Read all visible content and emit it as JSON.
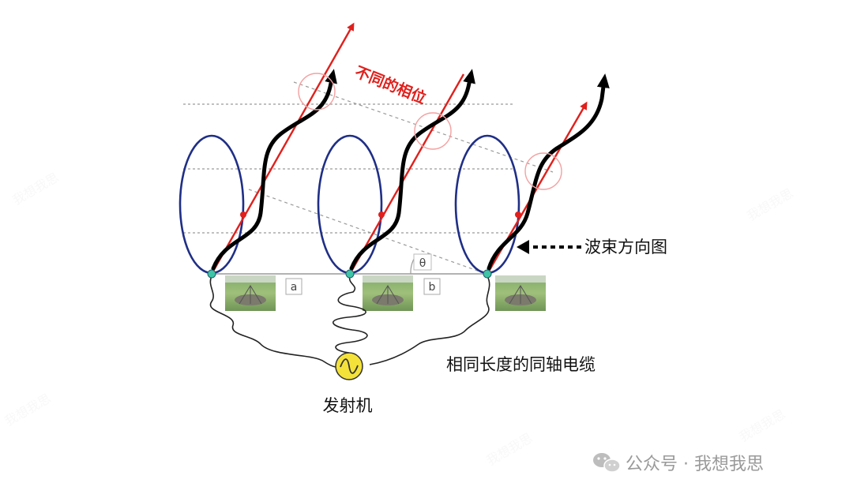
{
  "labels": {
    "phase": "不同的相位",
    "beam": "波束方向图",
    "cable": "相同长度的同轴电缆",
    "transmitter": "发射机",
    "theta": "θ",
    "box_a": "a",
    "box_b": "b"
  },
  "watermark": {
    "text": "公众号 · 我想我思",
    "icon": "wechat-icon"
  },
  "colors": {
    "loop": "#1f2f86",
    "wave": "#000000",
    "beam_axis": "#e0201c",
    "phase_circle": "#f4a0a0",
    "feed_point": "#3fc4a8",
    "transmitter_fill": "#f4e23a",
    "dashed": "#9a9a9a"
  }
}
